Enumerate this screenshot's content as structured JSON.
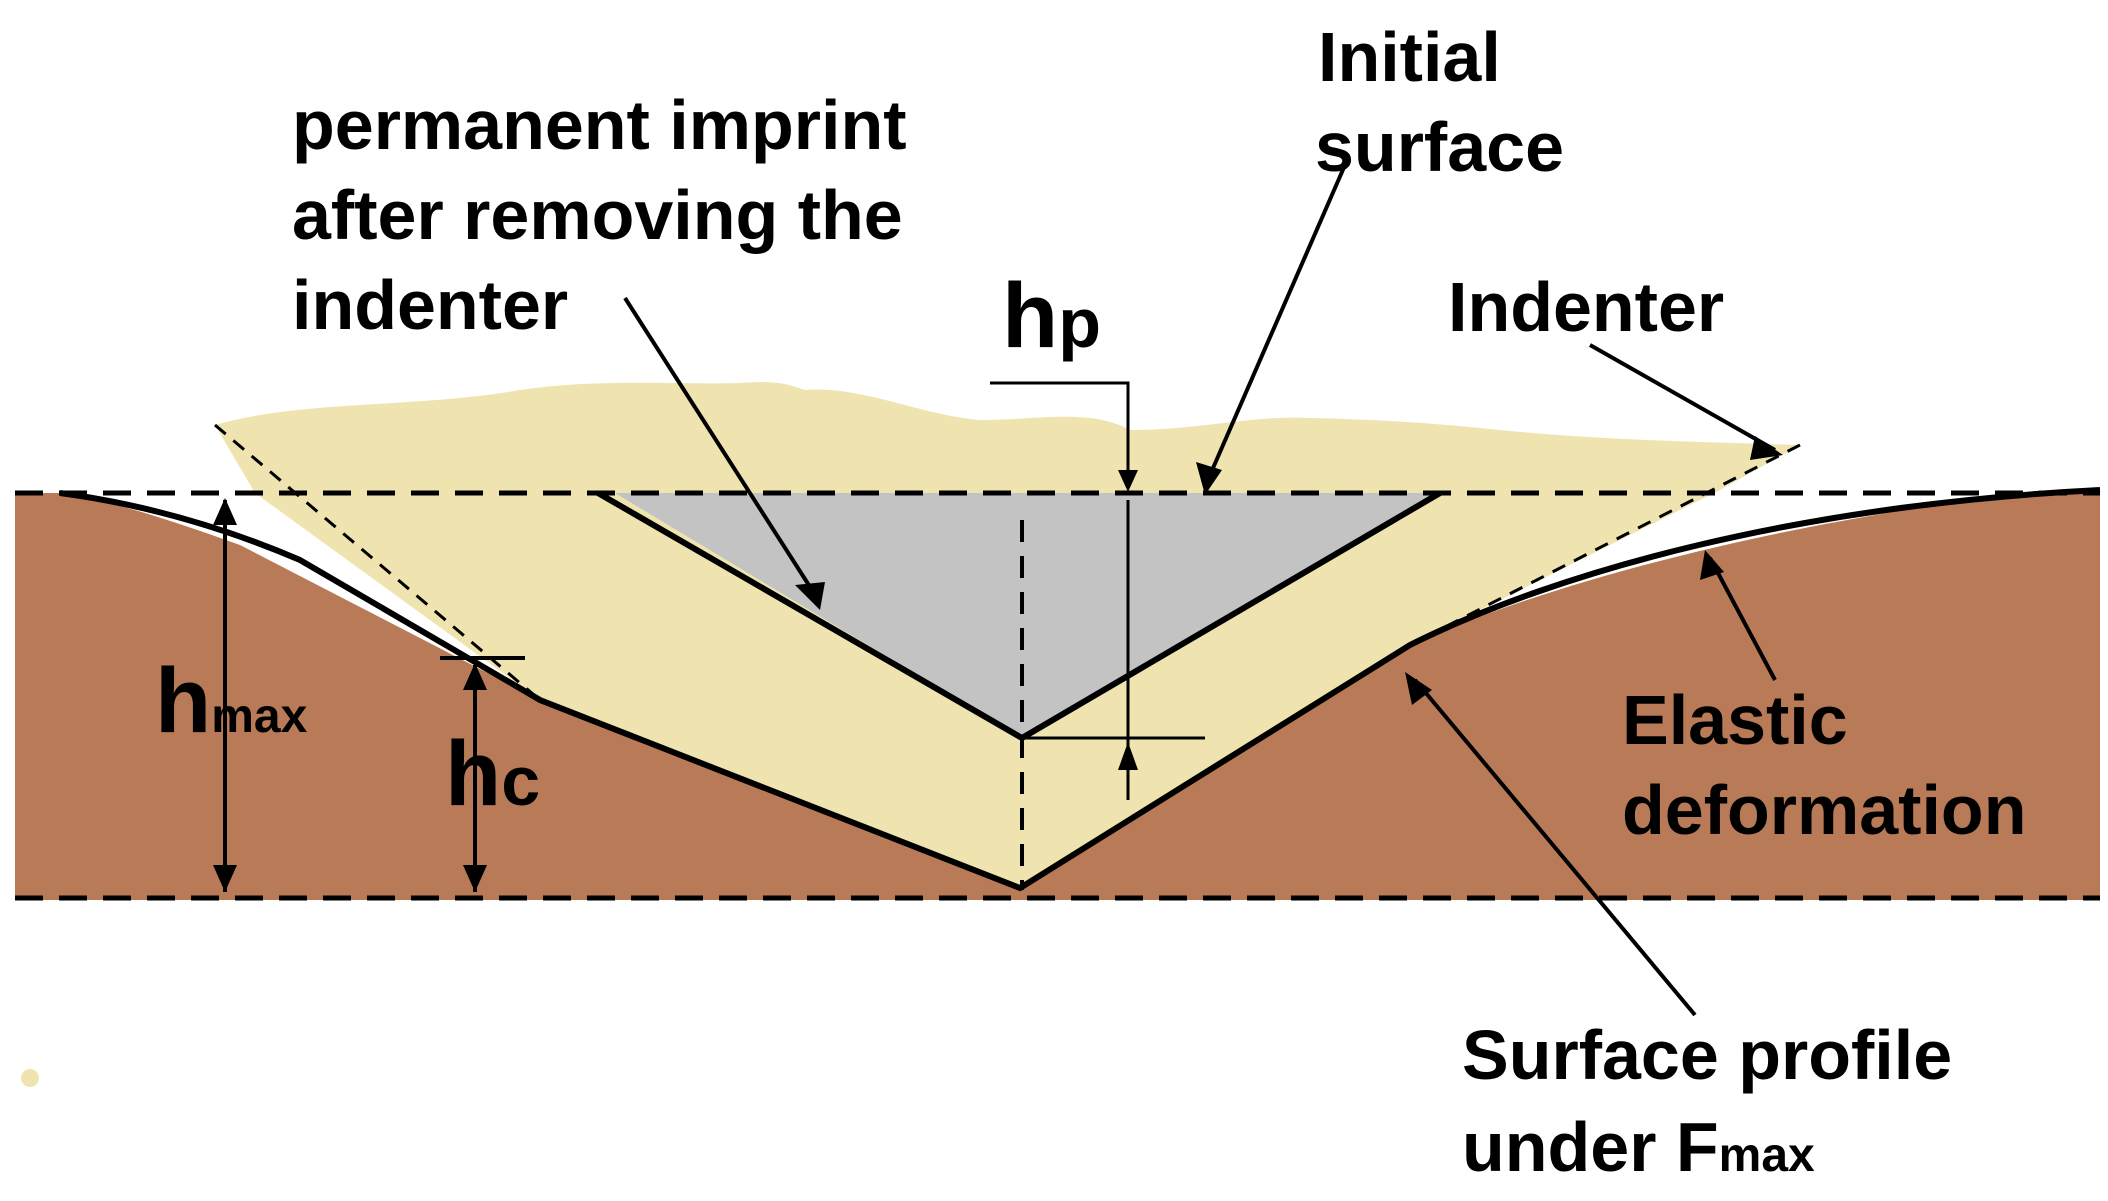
{
  "labels": {
    "imprint_line1": "permanent imprint",
    "imprint_line2": "after removing the",
    "imprint_line3": "indenter",
    "initial_line1": "Initial",
    "initial_line2": "surface",
    "indenter": "Indenter",
    "elastic_line1": "Elastic",
    "elastic_line2": "deformation",
    "profile_line1": "Surface profile",
    "profile_line2_prefix": "under F",
    "profile_line2_sub": "max"
  },
  "symbols": {
    "hp_main": "h",
    "hp_sub": "p",
    "hmax_main": "h",
    "hmax_sub": "max",
    "hc_main": "h",
    "hc_sub": "c"
  },
  "colors": {
    "material": "#b97a57",
    "indenter": "#efe4b0",
    "imprint": "#c3c3c3",
    "line": "#000000",
    "background": "#ffffff"
  }
}
